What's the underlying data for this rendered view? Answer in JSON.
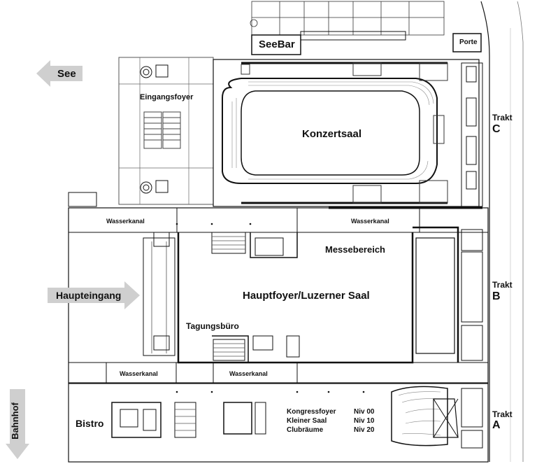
{
  "arrows": {
    "see": "See",
    "haupteingang": "Haupteingang",
    "bahnhof": "Bahnhof"
  },
  "rooms": {
    "seebar": "SeeBar",
    "porte": "Porte",
    "eingangsfoyer": "Eingangsfoyer",
    "konzertsaal": "Konzertsaal",
    "wasserkanal": "Wasserkanal",
    "messebereich": "Messebereich",
    "hauptfoyer": "Hauptfoyer/Luzerner Saal",
    "tagungsbuero": "Tagungsbüro",
    "bistro": "Bistro"
  },
  "trakts": {
    "word": "Trakt",
    "a": "A",
    "b": "B",
    "c": "C"
  },
  "levels": [
    {
      "name": "Kongressfoyer",
      "level": "Niv 00"
    },
    {
      "name": "Kleiner Saal",
      "level": "Niv 10"
    },
    {
      "name": "Clubräume",
      "level": "Niv 20"
    }
  ],
  "colors": {
    "arrow_fill": "#cfcfcf",
    "line": "#111111",
    "hatch": "#777777"
  }
}
